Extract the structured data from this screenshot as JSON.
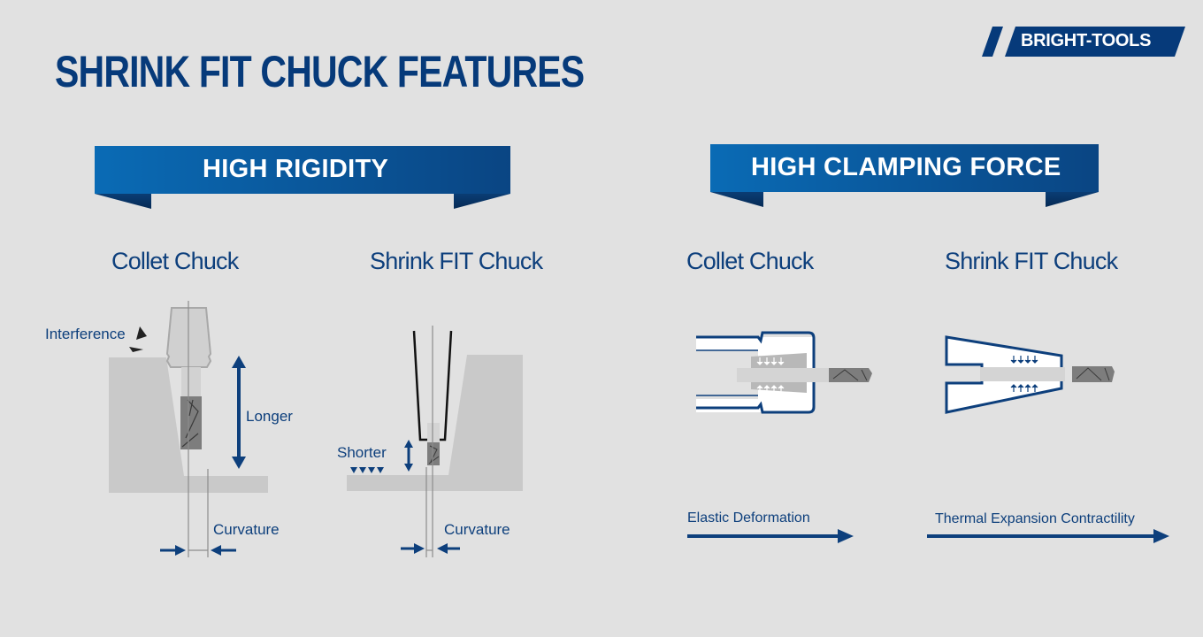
{
  "header": {
    "title": "SHRINK FIT CHUCK FEATURES",
    "brand": "BRIGHT-TOOLS"
  },
  "colors": {
    "background": "#e1e1e1",
    "primary_navy": "#063a7a",
    "banner_blue_light": "#0a6bb5",
    "banner_blue_dark": "#0a4583",
    "workpiece_gray": "#c9c9c9",
    "tool_gray": "#7a7a7a"
  },
  "sections": [
    {
      "banner": "HIGH RIGIDITY",
      "diagrams": [
        {
          "subtitle": "Collet Chuck",
          "labels": {
            "interference": "Interference",
            "length": "Longer",
            "curvature": "Curvature"
          }
        },
        {
          "subtitle": "Shrink FIT Chuck",
          "labels": {
            "length": "Shorter",
            "curvature": "Curvature"
          }
        }
      ]
    },
    {
      "banner": "HIGH CLAMPING FORCE",
      "diagrams": [
        {
          "subtitle": "Collet Chuck",
          "labels": {
            "mechanism": "Elastic Deformation"
          }
        },
        {
          "subtitle": "Shrink FIT Chuck",
          "labels": {
            "mechanism": "Thermal Expansion Contractility"
          }
        }
      ]
    }
  ]
}
